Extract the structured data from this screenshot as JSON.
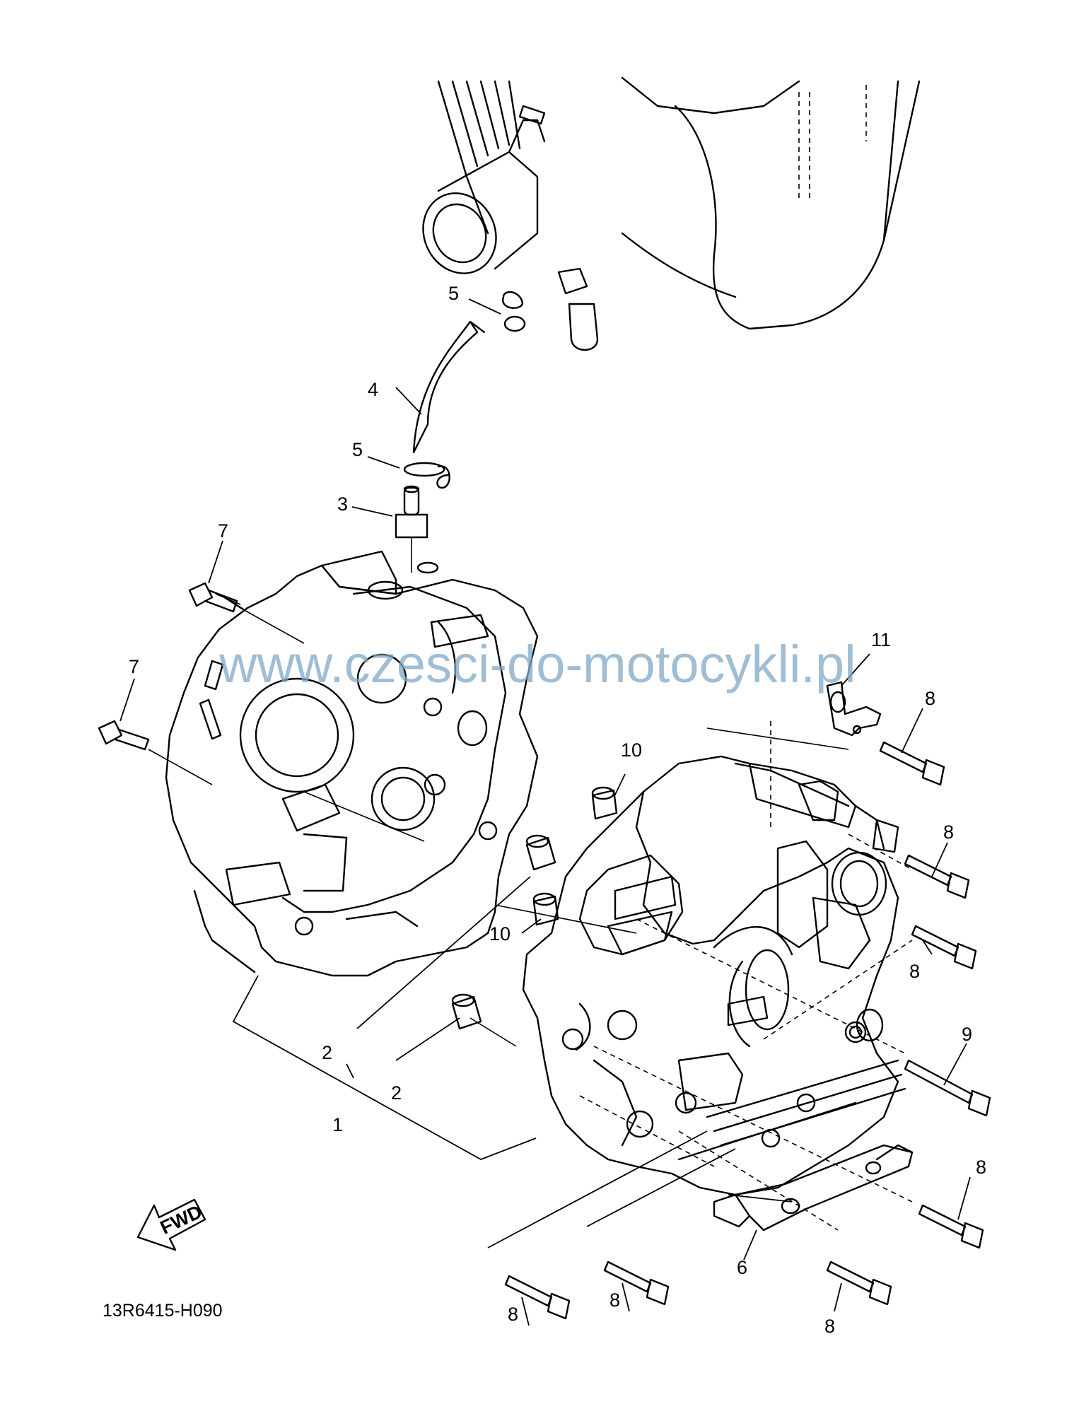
{
  "callouts": {
    "c1": "1",
    "c2a": "2",
    "c2b": "2",
    "c3": "3",
    "c4": "4",
    "c5a": "5",
    "c5b": "5",
    "c6": "6",
    "c7a": "7",
    "c7b": "7",
    "c8a": "8",
    "c8b": "8",
    "c8c": "8",
    "c8d": "8",
    "c8e": "8",
    "c8f": "8",
    "c8g": "8",
    "c9": "9",
    "c10a": "10",
    "c10b": "10",
    "c11": "11"
  },
  "fwd_label": "FWD",
  "drawing_code": "13R6415-H090",
  "watermark": "www.czesci-do-motocykli.pl"
}
